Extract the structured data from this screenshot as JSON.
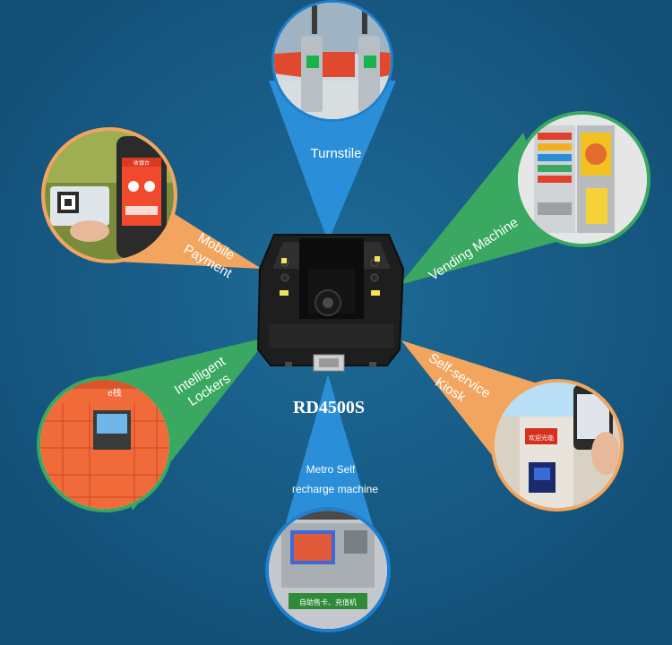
{
  "product": {
    "name": "RD4500S"
  },
  "applications": {
    "turnstile": "Turnstile",
    "vending": "Vending Machine",
    "mobile_line1": "Mobile",
    "mobile_line2": "Payment",
    "lockers_line1": "Intelligent",
    "lockers_line2": "Lockers",
    "kiosk_line1": "Self-service",
    "kiosk_line2": "Kiosk",
    "metro_line1": "Metro Self",
    "metro_line2": "recharge machine"
  },
  "photo_text": {
    "phone_header": "收银台",
    "locker_brand": "e栈",
    "metro_sign": "自助售卡、充值机",
    "kiosk_sign": "欢迎光临"
  },
  "colors": {
    "background": "#155a85",
    "blue_ray": "#2a8fd8",
    "green_ray": "#3aa860",
    "orange_ray": "#f2a55e",
    "white_ring": "#ffffff"
  }
}
